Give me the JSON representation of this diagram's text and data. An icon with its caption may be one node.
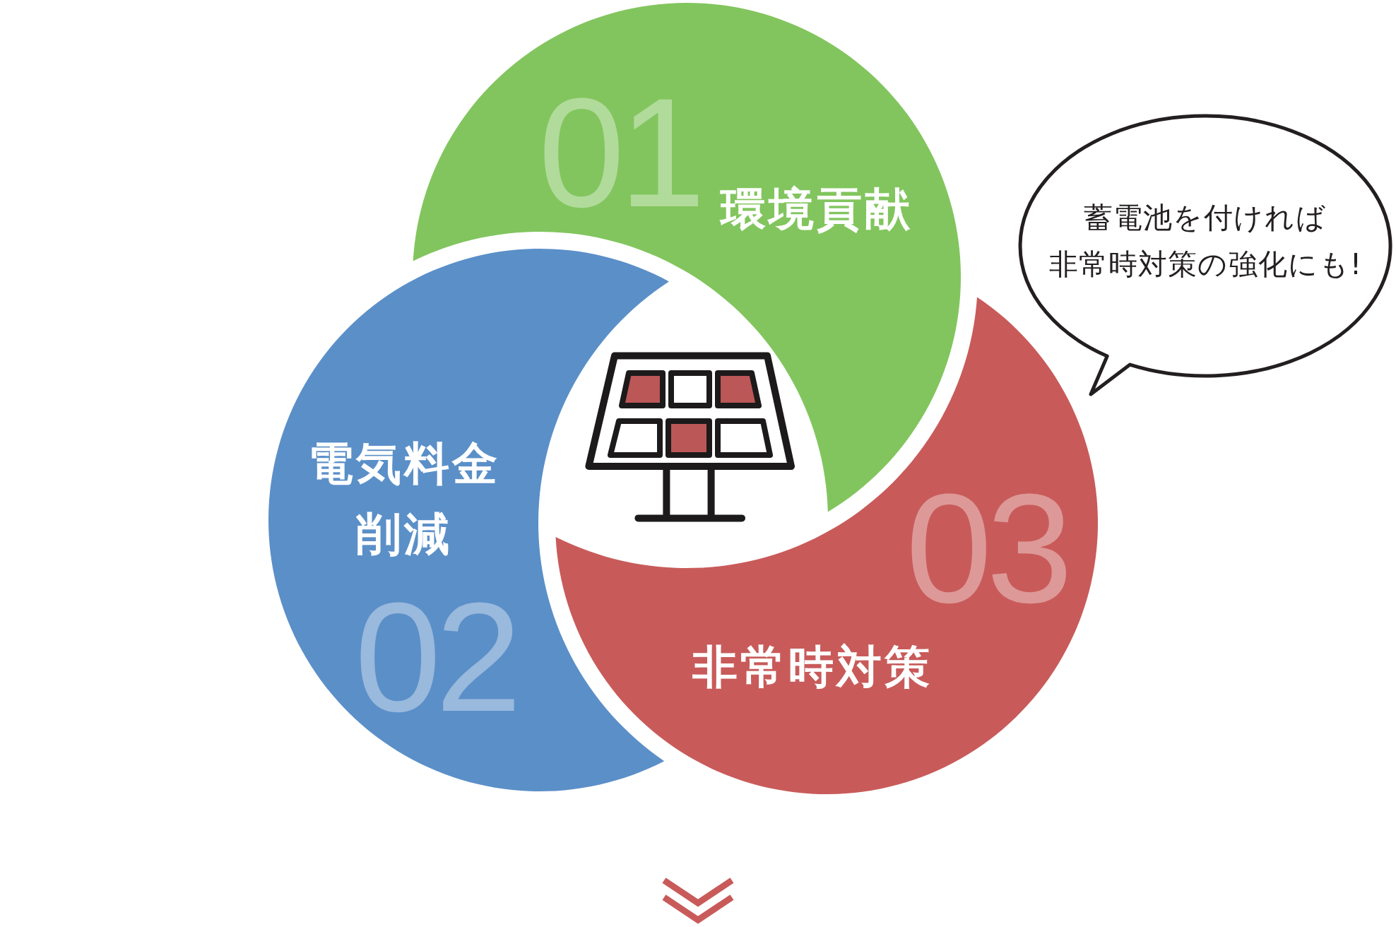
{
  "diagram": {
    "nodes": [
      {
        "text": [
          "01",
          "環境貢献"
        ]
      },
      {
        "text": [
          "電気料金削減",
          "02"
        ]
      },
      {
        "text": [
          "03",
          "非常時対策"
        ]
      },
      {
        "text": [
          "蓄電池を付ければ非常時対策の強化にも!"
        ]
      }
    ]
  }
}
